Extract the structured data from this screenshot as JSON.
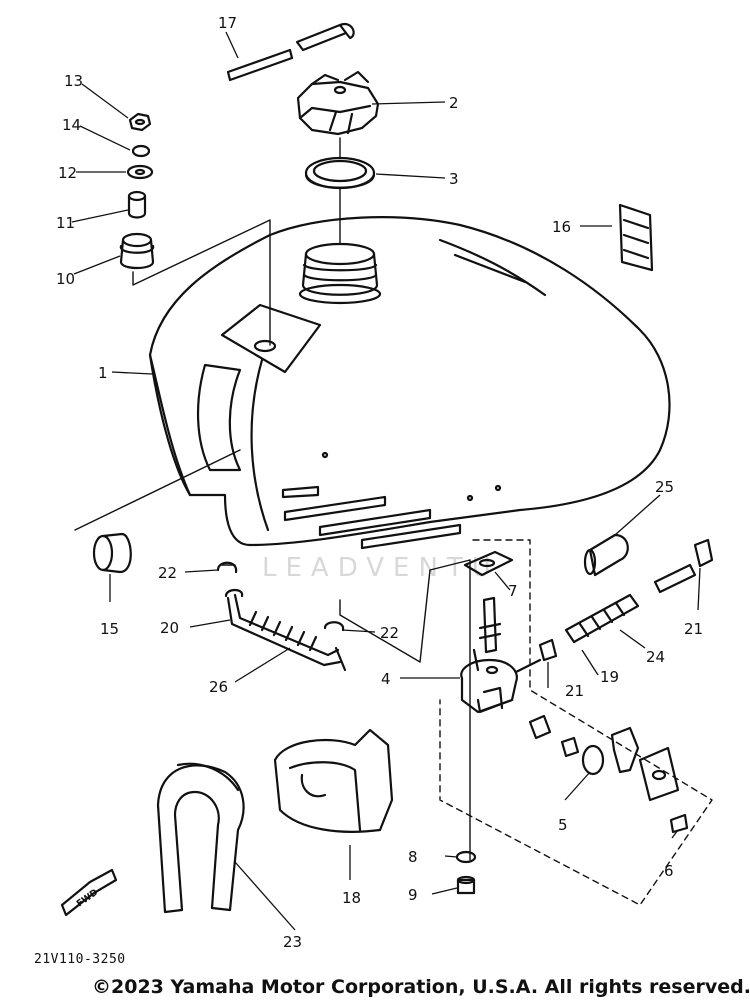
{
  "diagram": {
    "code": "21V110-3250",
    "copyright": "©2023 Yamaha Motor Corporation, U.S.A. All rights reserved.",
    "watermark": "LEADVENTU",
    "fwd_label": "FWD",
    "callouts": [
      "1",
      "2",
      "3",
      "4",
      "5",
      "6",
      "7",
      "8",
      "9",
      "10",
      "11",
      "12",
      "13",
      "14",
      "15",
      "16",
      "17",
      "18",
      "19",
      "20",
      "21",
      "21",
      "22",
      "22",
      "23",
      "24",
      "25",
      "26"
    ]
  }
}
